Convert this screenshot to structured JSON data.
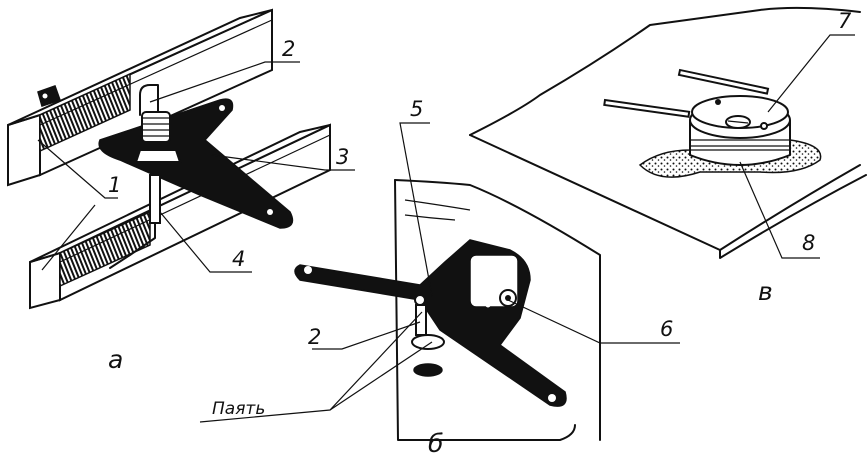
{
  "labels": {
    "n1": "1",
    "n2a": "2",
    "n3": "3",
    "n4": "4",
    "n5": "5",
    "n2b": "2",
    "n6": "6",
    "n7": "7",
    "n8": "8",
    "panel_a": "а",
    "panel_b": "б",
    "panel_v": "в",
    "solder": "Паять"
  }
}
